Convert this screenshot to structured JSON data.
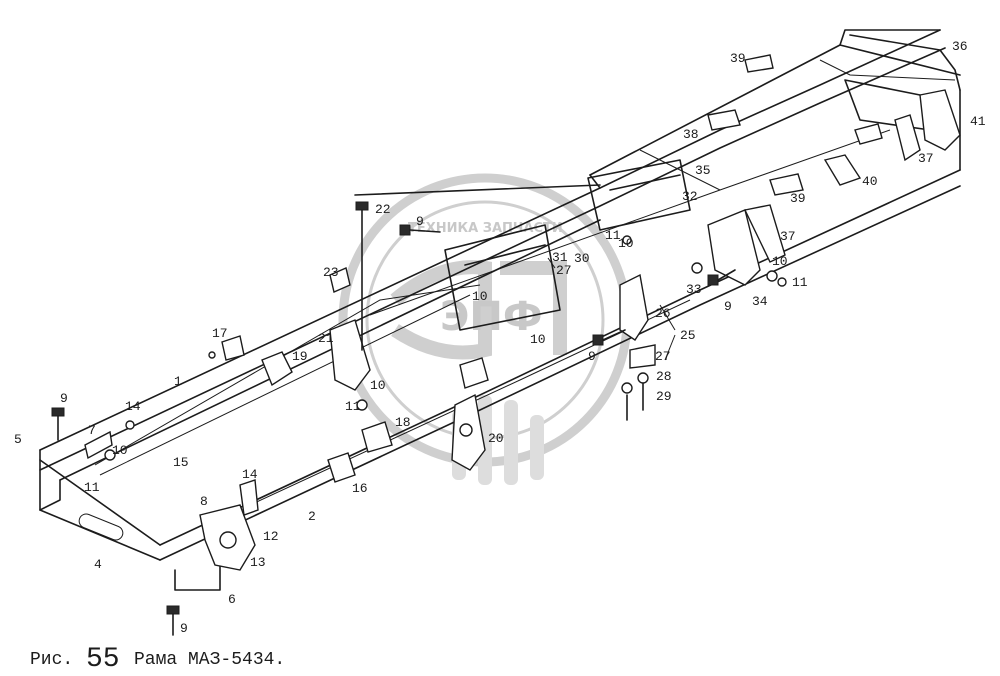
{
  "caption": {
    "prefix": "Рис.",
    "number": "55",
    "title": "Рама МАЗ-5434."
  },
  "watermark": {
    "logo_text": "ЭПФ",
    "ring_text": "ТЕХНИКА  ЗАПЧАСТИ"
  },
  "labels": {
    "l1": "1",
    "l2": "2",
    "l4": "4",
    "l5": "5",
    "l6": "6",
    "l7": "7",
    "l8": "8",
    "l9a": "9",
    "l9b": "9",
    "l9c": "9",
    "l9d": "9",
    "l9e": "9",
    "l10a": "10",
    "l10b": "10",
    "l10c": "10",
    "l10d": "10",
    "l10e": "10",
    "l10f": "10",
    "l11a": "11",
    "l11b": "11",
    "l11c": "11",
    "l11d": "11",
    "l12": "12",
    "l13": "13",
    "l14a": "14",
    "l14b": "14",
    "l15": "15",
    "l16": "16",
    "l17": "17",
    "l18": "18",
    "l19": "19",
    "l20": "20",
    "l21": "21",
    "l22": "22",
    "l23": "23",
    "l25": "25",
    "l26": "26",
    "l27a": "27",
    "l27b": "27",
    "l28": "28",
    "l29": "29",
    "l30": "30",
    "l31": "31",
    "l32": "32",
    "l33": "33",
    "l34": "34",
    "l35": "35",
    "l36": "36",
    "l37a": "37",
    "l37b": "37",
    "l38": "38",
    "l39a": "39",
    "l39b": "39",
    "l40": "40",
    "l41": "41"
  }
}
